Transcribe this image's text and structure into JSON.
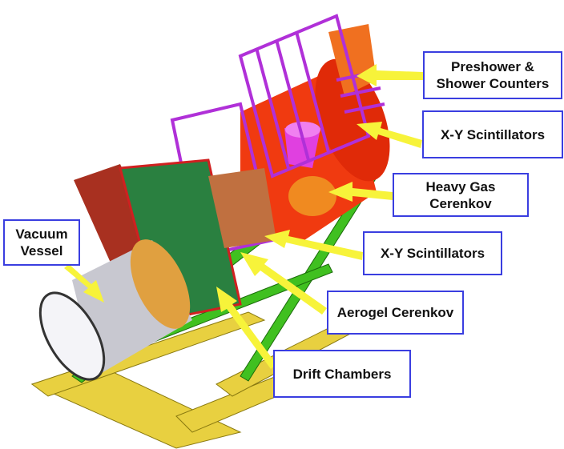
{
  "labels": {
    "preshower": "Preshower & Shower Counters",
    "xy_top": "X-Y Scintillators",
    "heavy_gas": "Heavy Gas Cerenkov",
    "xy_bottom": "X-Y Scintillators",
    "aerogel": "Aerogel Cerenkov",
    "drift": "Drift Chambers",
    "vacuum": "Vacuum Vessel"
  },
  "colors": {
    "label_border": "#3a3ee0",
    "arrow": "#f7f33a",
    "magnet": "#f03a10",
    "frames": "#b030d8",
    "base": "#e8d040",
    "beams": "#40c020"
  }
}
